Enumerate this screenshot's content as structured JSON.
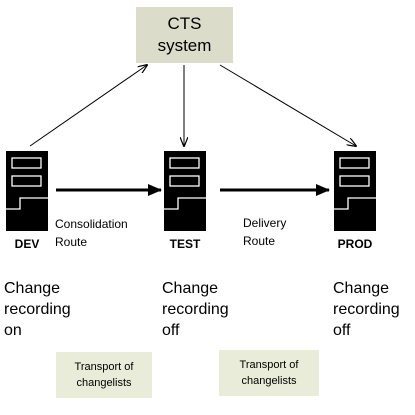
{
  "cts": {
    "line1": "CTS",
    "line2": "system"
  },
  "servers": {
    "dev": {
      "label": "DEV",
      "change_line1": "Change",
      "change_line2": "recording",
      "change_line3": "on"
    },
    "test": {
      "label": "TEST",
      "change_line1": "Change",
      "change_line2": "recording",
      "change_line3": "off"
    },
    "prod": {
      "label": "PROD",
      "change_line1": "Change",
      "change_line2": "recording",
      "change_line3": "off"
    }
  },
  "routes": {
    "consolidation": {
      "line1": "Consolidation",
      "line2": "Route"
    },
    "delivery": {
      "line1": "Delivery",
      "line2": "Route"
    }
  },
  "transports": [
    {
      "line1": "Transport of",
      "line2": "changelists"
    },
    {
      "line1": "Transport of",
      "line2": "changelists"
    }
  ],
  "colors": {
    "cts_box": "#dcdccb",
    "transport_box": "#e8ecd8",
    "server": "#000000"
  }
}
